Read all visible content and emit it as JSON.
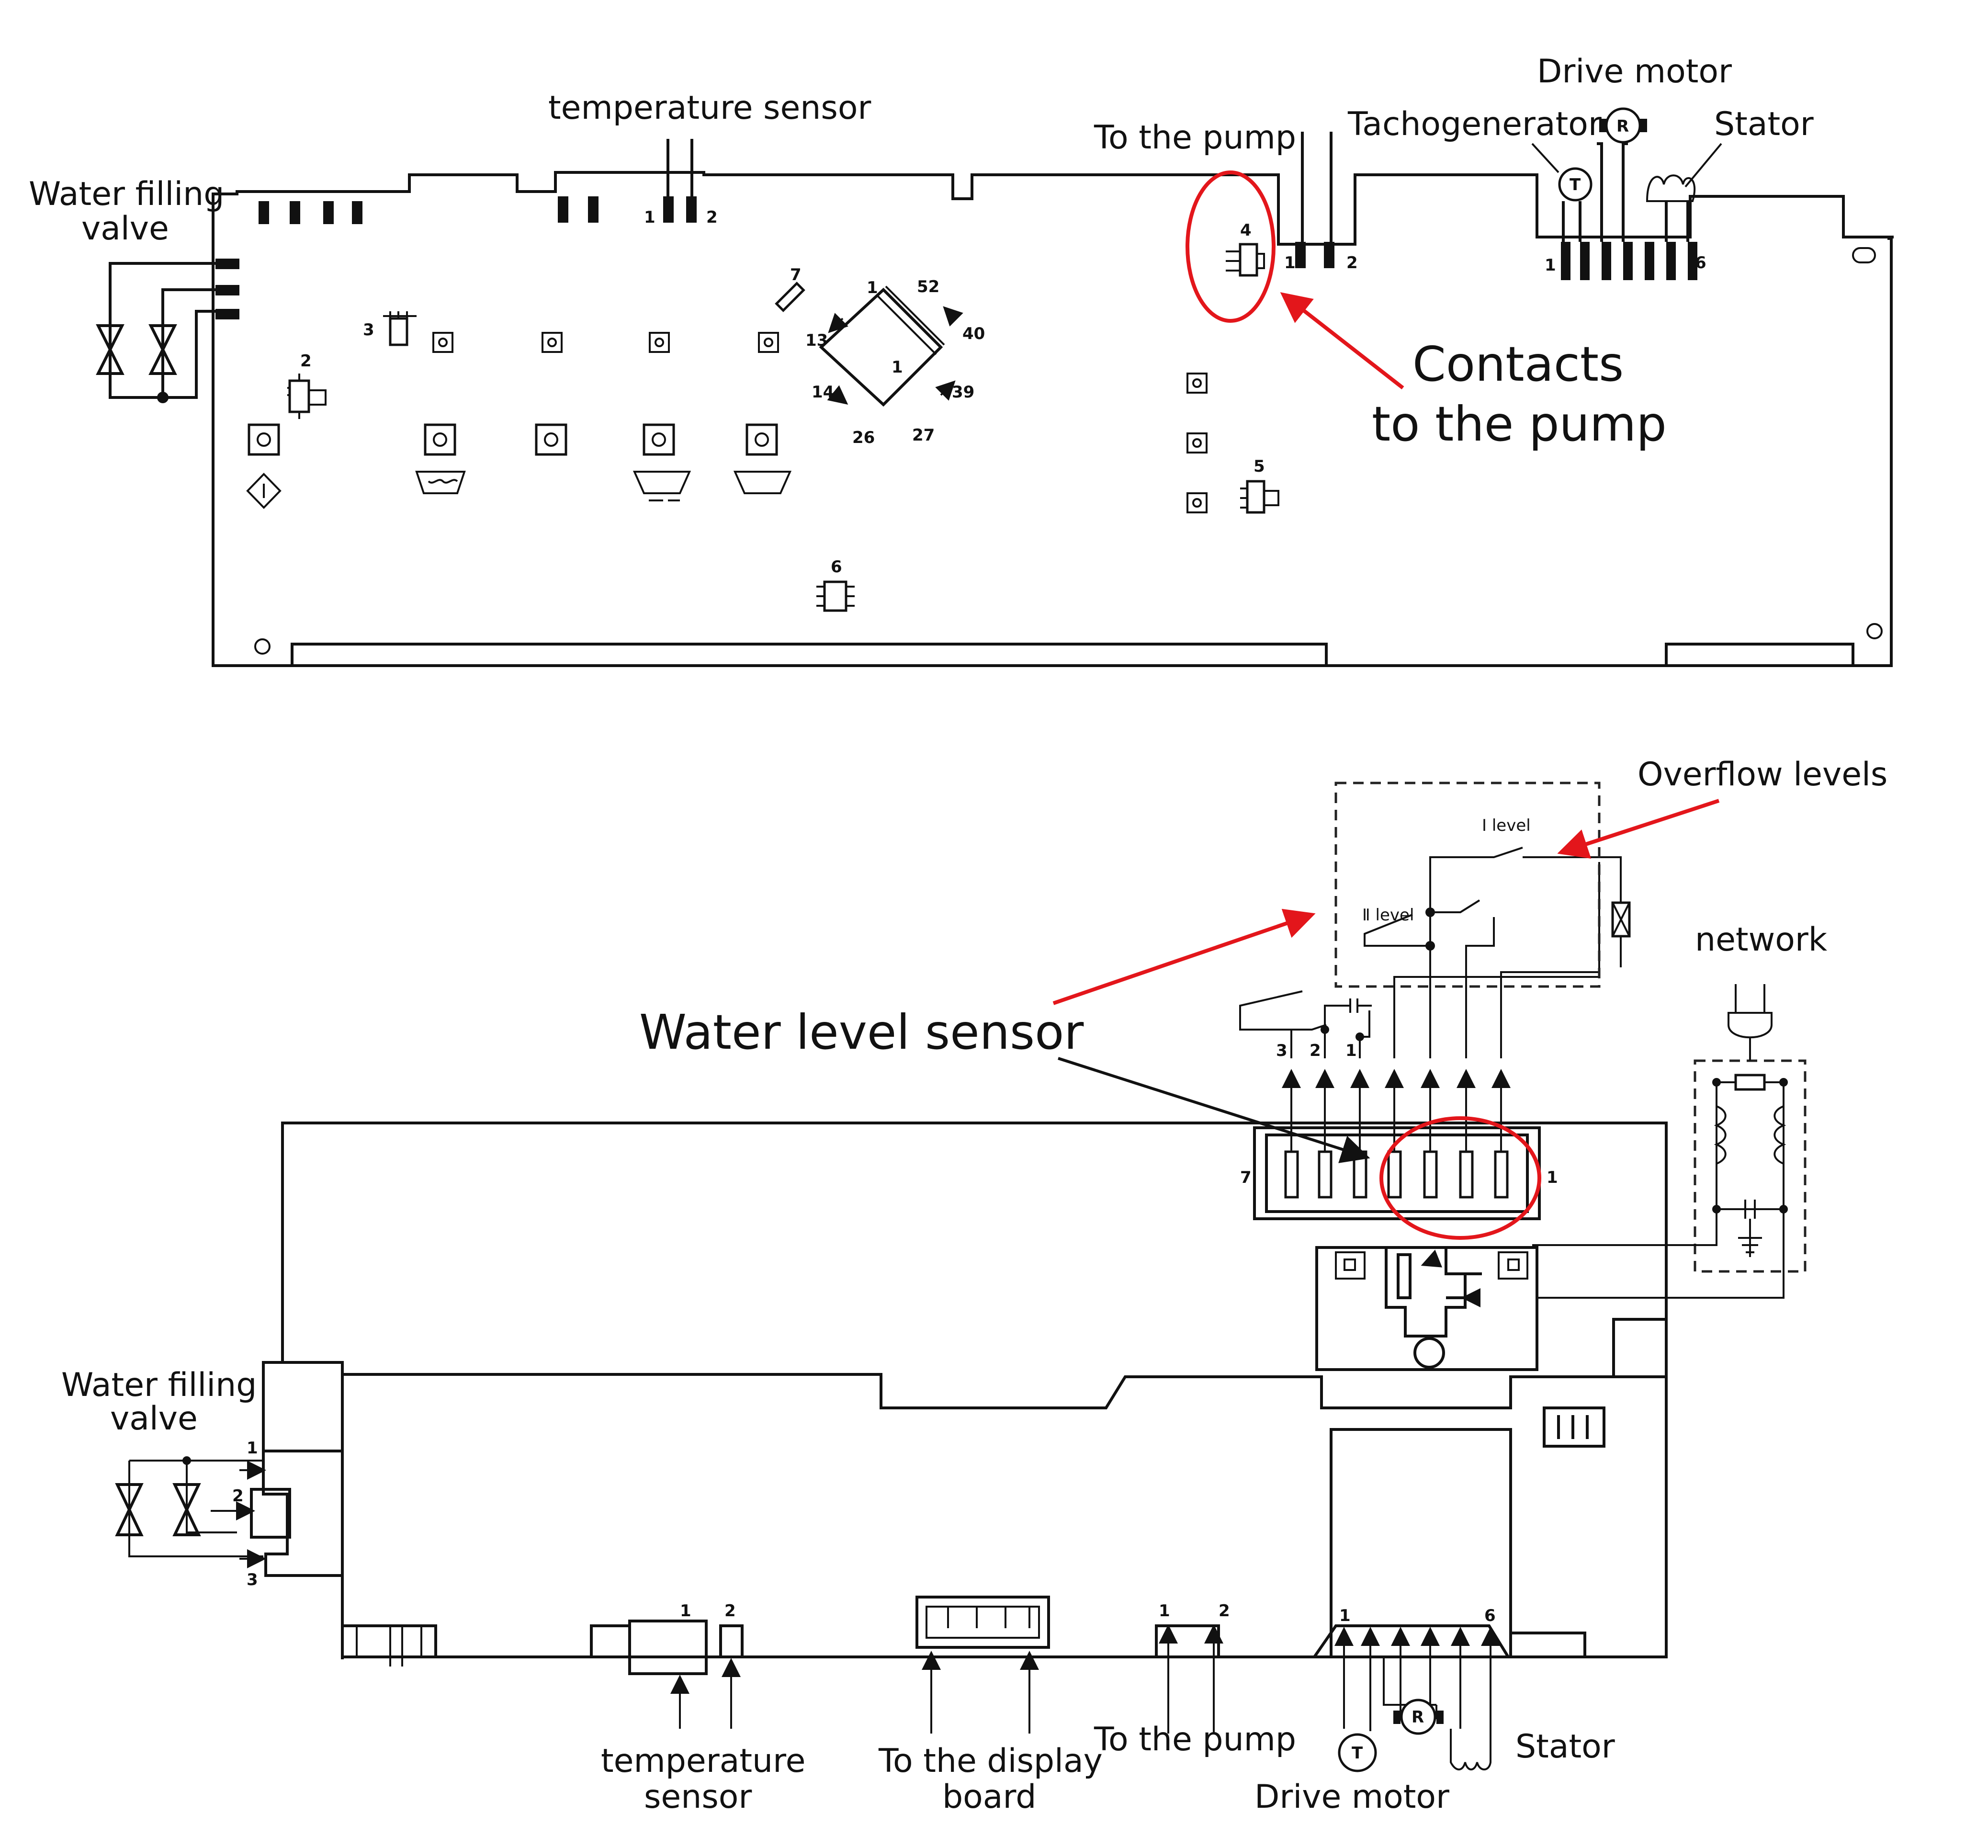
{
  "top": {
    "water_filling_valve": [
      "Water filling",
      "valve"
    ],
    "temperature_sensor": "temperature sensor",
    "to_the_pump": "To the pump",
    "drive_motor": "Drive motor",
    "tachogenerator": "Tachogenerator",
    "stator": "Stator",
    "contacts_to_pump": [
      "Contacts",
      "to the pump"
    ],
    "pins": {
      "t1": "1",
      "t2": "2",
      "p1": "1",
      "p2": "2",
      "p4": "4",
      "m1": "1",
      "m6": "6",
      "c2": "2",
      "c3": "3",
      "c5": "5",
      "c6": "6",
      "c7": "7",
      "chip1": "1",
      "chip13": "13",
      "chip14": "14",
      "chip26": "26",
      "chip27": "27",
      "chip39": "39",
      "chip40": "40",
      "chip52": "52",
      "chipone": "1"
    },
    "motor_r": "R",
    "tacho_t": "T"
  },
  "bottom": {
    "overflow_levels": "Overflow levels",
    "level_i": "Ⅰ level",
    "level_ii": "Ⅱ level",
    "network": "network",
    "water_level_sensor": "Water level sensor",
    "water_filling_valve": [
      "Water filling",
      "valve"
    ],
    "temperature_sensor": [
      "temperature",
      "sensor"
    ],
    "to_display_board": [
      "To the display",
      "board"
    ],
    "to_the_pump": "To the pump",
    "drive_motor": "Drive motor",
    "stator": "Stator",
    "pins": {
      "v1": "1",
      "v2": "2",
      "v3": "3",
      "ts1": "1",
      "ts2": "2",
      "pp1": "1",
      "pp2": "2",
      "dm1": "1",
      "dm6": "6",
      "ls3": "3",
      "ls2": "2",
      "ls1": "1",
      "conn7": "7",
      "conn1": "1"
    },
    "motor_r": "R",
    "tacho_t": "T"
  },
  "colors": {
    "accent": "#e3161b",
    "ink": "#111111"
  }
}
